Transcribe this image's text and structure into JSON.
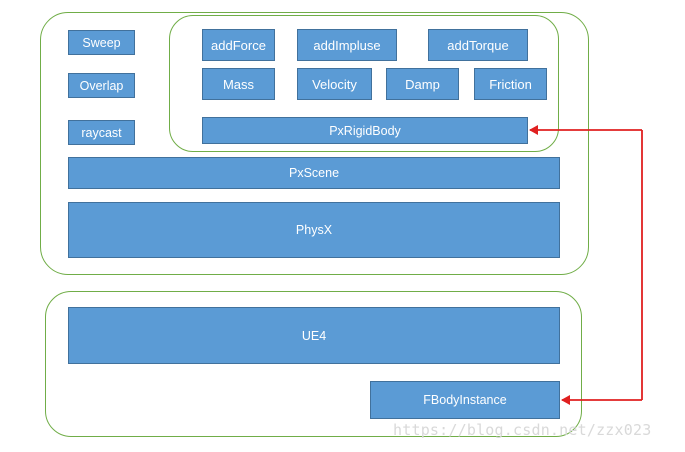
{
  "physx_group": {
    "query_buttons": [
      "Sweep",
      "Overlap",
      "raycast"
    ],
    "rigidbody_group": {
      "methods": [
        "addForce",
        "addImpluse",
        "addTorque"
      ],
      "properties": [
        "Mass",
        "Velocity",
        "Damp",
        "Friction"
      ],
      "base": "PxRigidBody"
    },
    "scene": "PxScene",
    "engine": "PhysX"
  },
  "ue4_group": {
    "engine": "UE4",
    "body_instance": "FBodyInstance"
  },
  "connector": {
    "color": "#e02020",
    "style": "double-headed-arrow"
  },
  "colors": {
    "box_fill": "#5b9bd5",
    "box_border": "#41719c",
    "group_border": "#70ad47",
    "box_text": "#ffffff"
  },
  "watermark": "https://blog.csdn.net/zzx023"
}
